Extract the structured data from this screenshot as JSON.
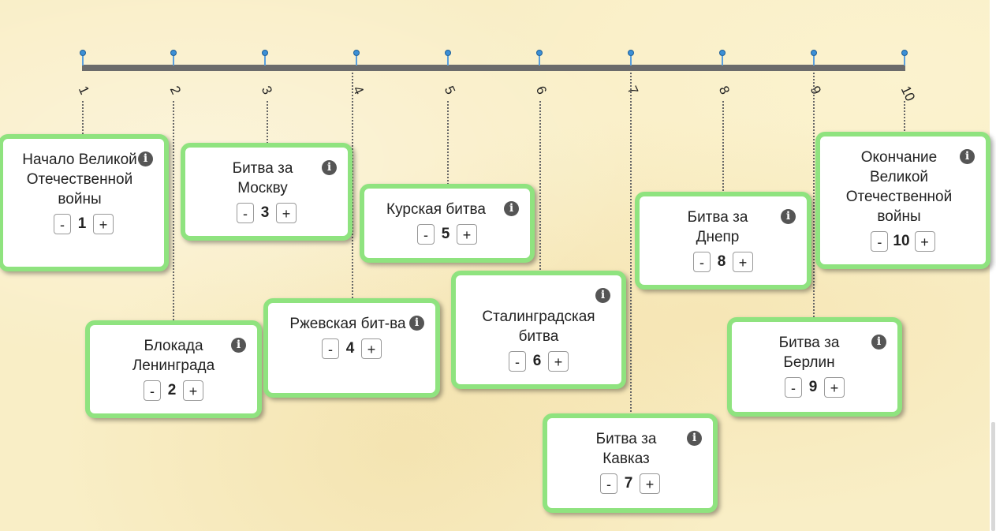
{
  "timeline": {
    "ticks": [
      "1",
      "2",
      "3",
      "4",
      "5",
      "6",
      "7",
      "8",
      "9",
      "10"
    ]
  },
  "cards": [
    {
      "title": "Начало Великой Отечественной войны",
      "minus": "-",
      "value": "1",
      "plus": "+"
    },
    {
      "title": "Блокада Ленинграда",
      "minus": "-",
      "value": "2",
      "plus": "+"
    },
    {
      "title": "Битва за Москву",
      "minus": "-",
      "value": "3",
      "plus": "+"
    },
    {
      "title": "Ржевская бит-ва",
      "minus": "-",
      "value": "4",
      "plus": "+"
    },
    {
      "title": "Курская битва",
      "minus": "-",
      "value": "5",
      "plus": "+"
    },
    {
      "title": "Сталинградская битва",
      "minus": "-",
      "value": "6",
      "plus": "+"
    },
    {
      "title": "Битва за Кавказ",
      "minus": "-",
      "value": "7",
      "plus": "+"
    },
    {
      "title": "Битва за Днепр",
      "minus": "-",
      "value": "8",
      "plus": "+"
    },
    {
      "title": "Битва за Берлин",
      "minus": "-",
      "value": "9",
      "plus": "+"
    },
    {
      "title": "Окончание Великой Отечественной войны",
      "minus": "-",
      "value": "10",
      "plus": "+"
    }
  ],
  "info_icon": "info-circle-icon",
  "colors": {
    "card_border": "#8fe37f",
    "axis": "#6b6b6b",
    "pin": "#3b8fd6"
  }
}
